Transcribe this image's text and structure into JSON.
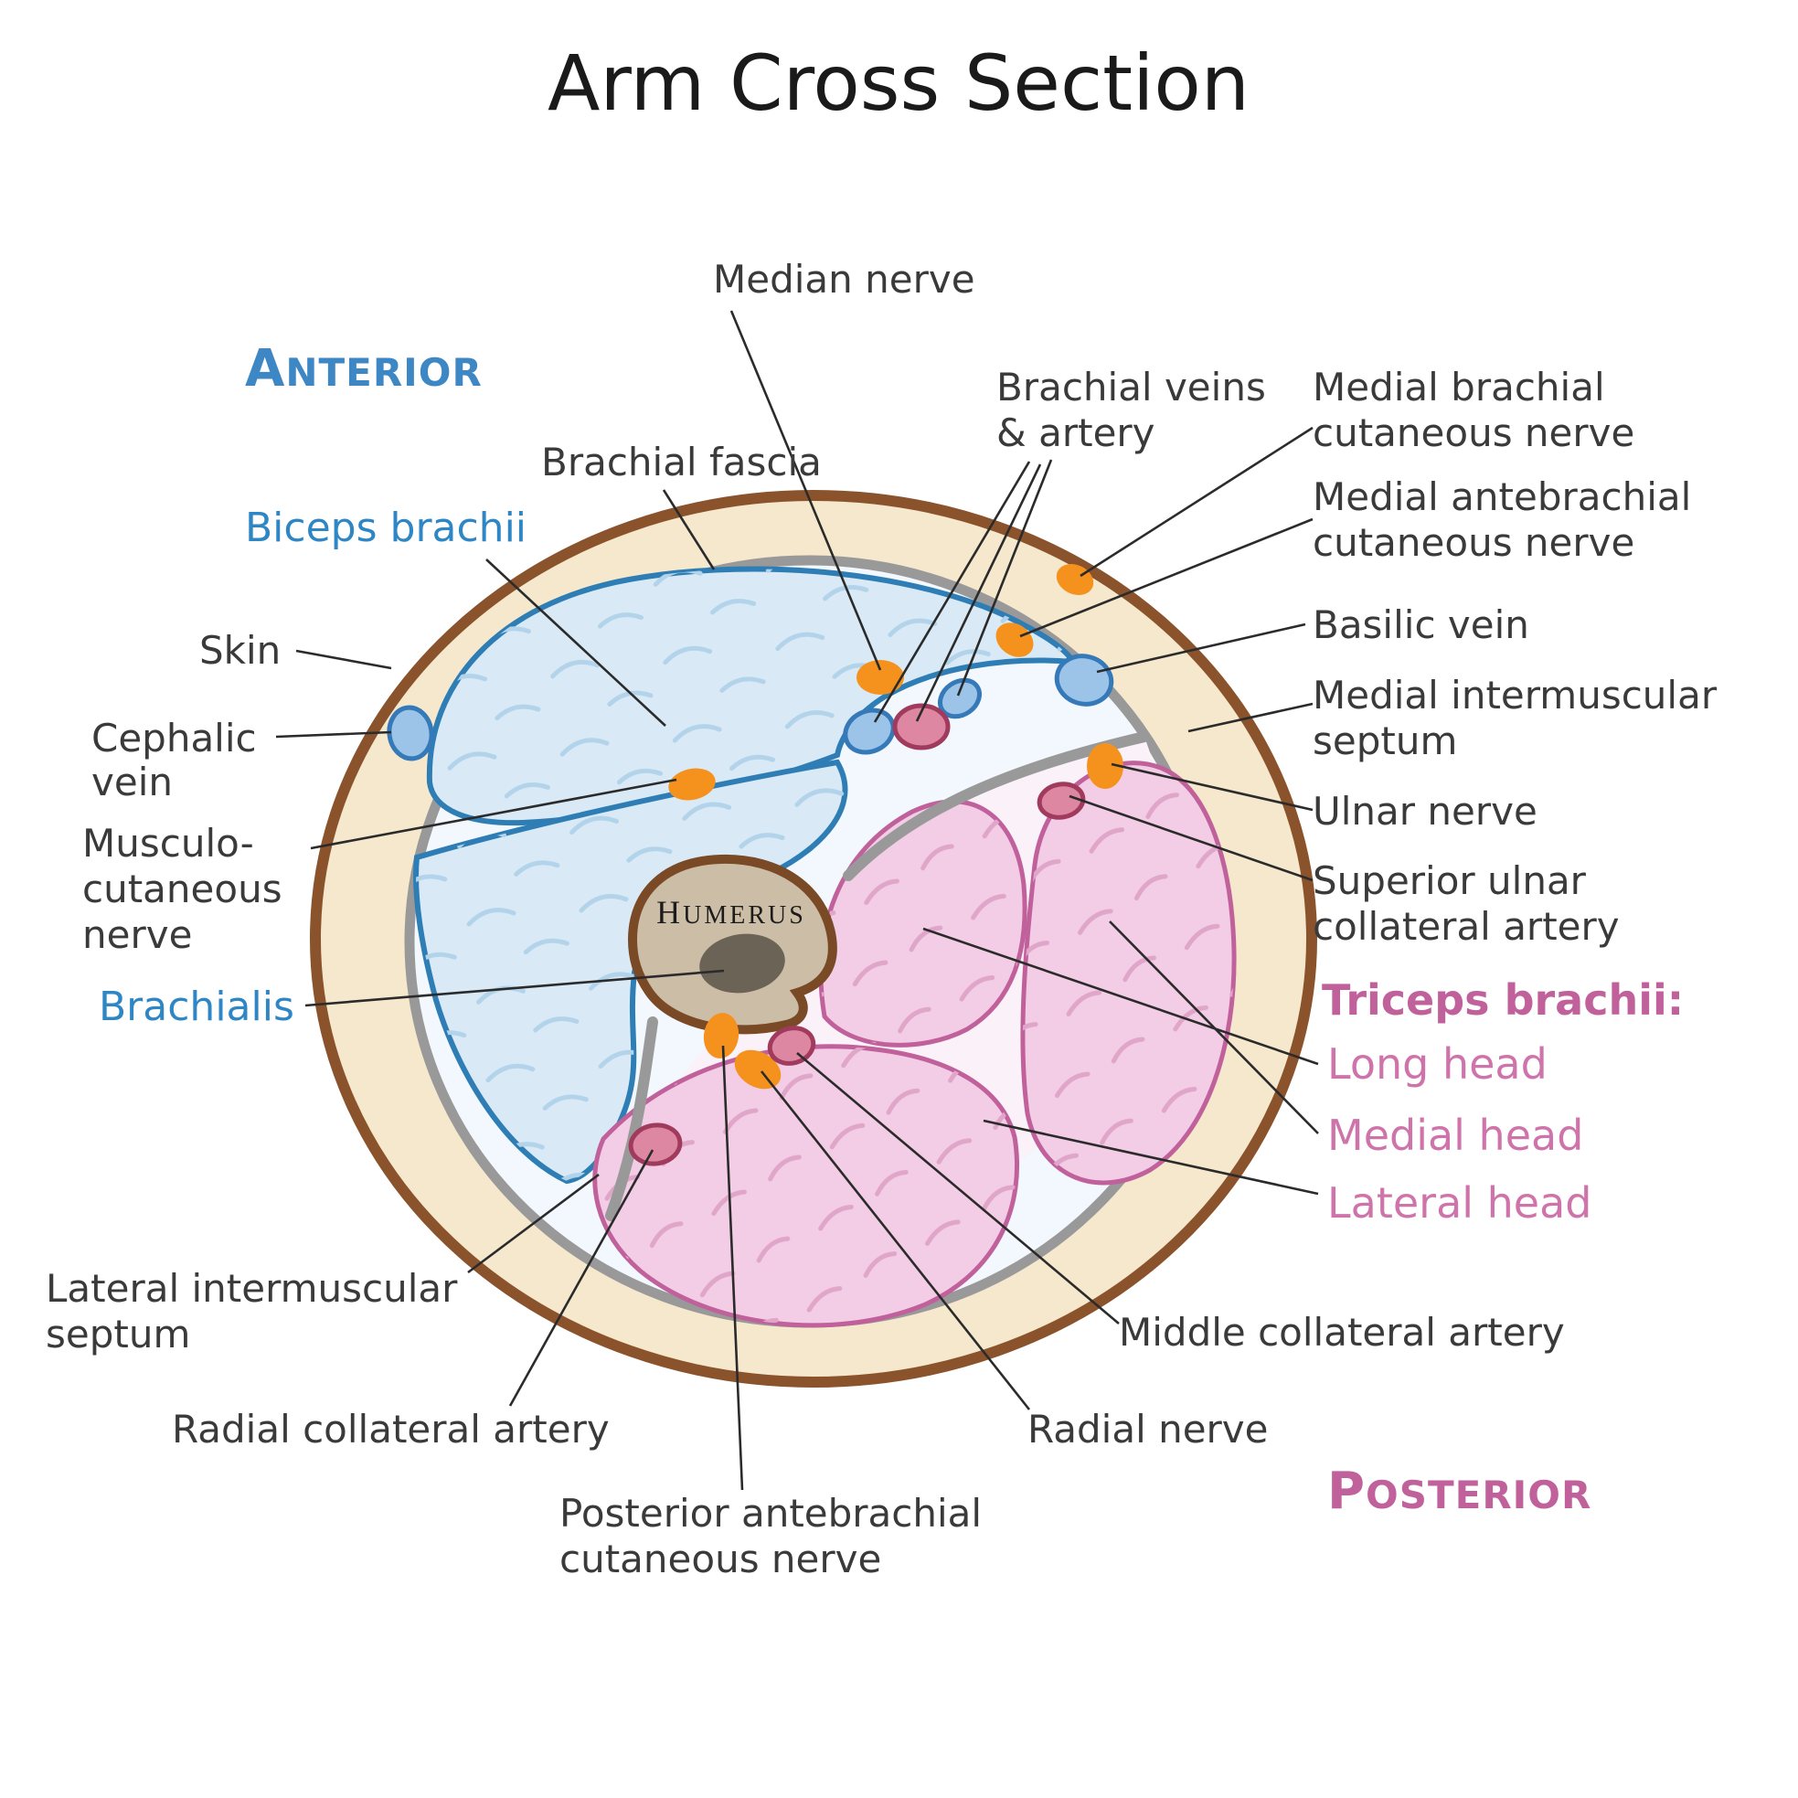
{
  "title": "Arm Cross Section",
  "orientation": {
    "anterior_cap": "A",
    "anterior_rest": "NTERIOR",
    "posterior_cap": "P",
    "posterior_rest": "OSTERIOR"
  },
  "bone": {
    "cap": "H",
    "rest": "UMERUS"
  },
  "labels": {
    "median_nerve": "Median nerve",
    "brachial_vessels_1": "Brachial veins",
    "brachial_vessels_2": "& artery",
    "medial_brachial_1": "Medial brachial",
    "medial_brachial_2": "cutaneous nerve",
    "medial_antebrachial_1": "Medial antebrachial",
    "medial_antebrachial_2": "cutaneous nerve",
    "basilic_vein": "Basilic vein",
    "medial_septum_1": "Medial intermuscular",
    "medial_septum_2": "septum",
    "ulnar_nerve": "Ulnar nerve",
    "sup_ulnar_1": "Superior ulnar",
    "sup_ulnar_2": "collateral artery",
    "triceps_header": "Triceps brachii:",
    "long_head": "Long head",
    "medial_head": "Medial head",
    "lateral_head": "Lateral head",
    "brachial_fascia": "Brachial fascia",
    "biceps_brachii": "Biceps brachii",
    "skin": "Skin",
    "cephalic_1": "Cephalic",
    "cephalic_2": "vein",
    "musculo_1": "Musculo-",
    "musculo_2": "cutaneous",
    "musculo_3": "nerve",
    "brachialis": "Brachialis",
    "lat_septum_1": "Lateral intermuscular",
    "lat_septum_2": "septum",
    "radial_collateral": "Radial collateral artery",
    "post_antebrachial_1": "Posterior antebrachial",
    "post_antebrachial_2": "cutaneous nerve",
    "radial_nerve": "Radial nerve",
    "middle_collateral": "Middle collateral artery"
  },
  "colors": {
    "title_text": "#1A1A1A",
    "label_text": "#3A3A3A",
    "leader_line": "#2B2B2B",
    "anterior_label": "#3E87C5",
    "posterior_label": "#C0619B",
    "muscle_label_blue": "#2E86C5",
    "triceps_header_pink": "#C0619B",
    "triceps_head_pink": "#CF74AB",
    "nerve_orange": "#F5921E",
    "vein_fill": "#9CC4E8",
    "vein_stroke": "#3579B8",
    "artery_fill": "#DD87A3",
    "artery_stroke": "#A03B5E",
    "skin_fill": "#F5E8CC",
    "skin_outline": "#8A532C",
    "fascia_gray": "#999999",
    "anterior_bg": "#F2F8FD",
    "posterior_bg": "#FBF1F8",
    "biceps_fill": "#D9EAF6",
    "biceps_outline": "#2E7EB5",
    "triceps_fill": "#F3CDE5",
    "triceps_outline": "#C0619B",
    "bone_fill": "#CBBDA6",
    "bone_outline": "#7A4A26",
    "bone_marrow": "#6C6357"
  }
}
